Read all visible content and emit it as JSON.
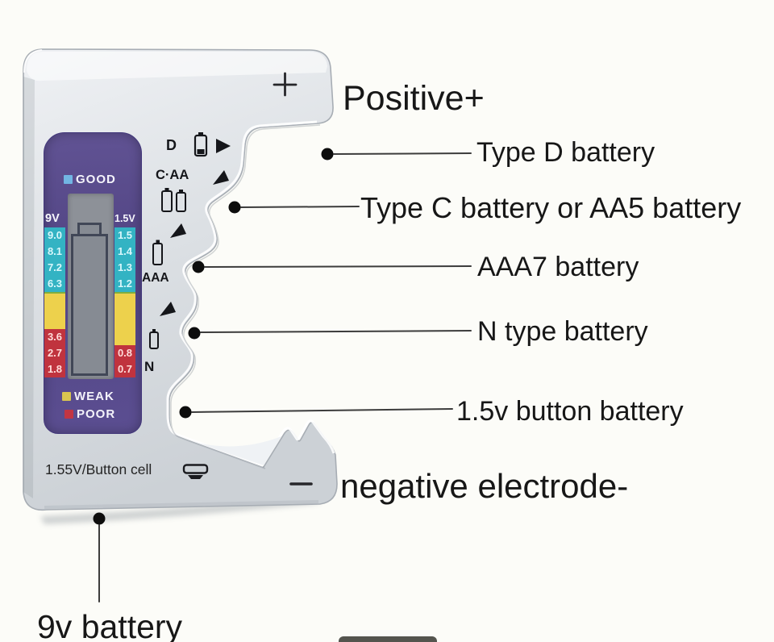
{
  "annotations": {
    "positive": {
      "text": "Positive+"
    },
    "type_d": {
      "text": "Type D battery"
    },
    "type_c": {
      "text": "Type C battery or AA5 battery"
    },
    "aaa7": {
      "text": "AAA7 battery"
    },
    "n_type": {
      "text": "N type battery"
    },
    "button15": {
      "text": "1.5v button battery"
    },
    "negative": {
      "text": "negative electrode-"
    },
    "nine_v": {
      "text": "9v battery"
    }
  },
  "device": {
    "plus_symbol": "+",
    "minus_symbol": "-",
    "slot_labels": {
      "d": "D",
      "c_aa": "C·AA",
      "aaa": "AAA",
      "n": "N"
    },
    "bottom_label": "1.55V/Button cell",
    "display": {
      "good_label": "GOOD",
      "weak_label": "WEAK",
      "poor_label": "POOR",
      "left_column": {
        "header": "9V",
        "values": [
          "9.0",
          "8.1",
          "7.2",
          "6.3",
          "3.6",
          "2.7",
          "1.8"
        ]
      },
      "right_column": {
        "header": "1.5V",
        "values": [
          "1.5",
          "1.4",
          "1.3",
          "1.2",
          "0.8",
          "0.7"
        ]
      },
      "colors": {
        "panel_purple": "#554886",
        "good_segment_cyan": "#33b3c3",
        "weak_segment_yellow": "#edd14c",
        "poor_segment_red": "#c0333e",
        "good_square_blue": "#72b5e3",
        "weak_square_yellow": "#d9c550",
        "poor_square_red": "#c23543"
      }
    }
  }
}
